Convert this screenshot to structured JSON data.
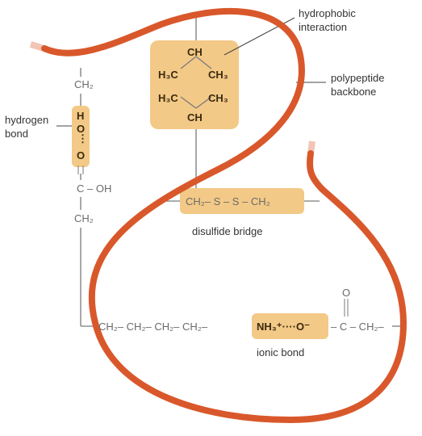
{
  "labels": {
    "hydrophobic": [
      "hydrophobic",
      "interaction"
    ],
    "backbone": [
      "polypeptide",
      "backbone"
    ],
    "hydrogen_bond": [
      "hydrogen",
      "bond"
    ],
    "disulfide": "disulfide bridge",
    "ionic": "ionic bond"
  },
  "chem": {
    "hydrophobic_box": {
      "ch_top": "CH",
      "h3c_left_top": "H₃C",
      "ch3_right_top": "CH₃",
      "h3c_left_bottom": "H₃C",
      "ch3_right_bottom": "CH₃",
      "ch_bottom": "CH"
    },
    "hbond_column": {
      "ch2_top": "CH₂",
      "h": "H",
      "o_top": "O",
      "o_bottom": "O",
      "c_oh": "C – OH",
      "ch2_bottom": "CH₂"
    },
    "disulfide": "CH₂– S – S – CH₂",
    "ionic_chain": "CH₂– CH₂– CH₂– CH₂–",
    "ionic_pair": "NH₃⁺····O⁻",
    "carboxyl_o": "O",
    "carboxyl_c": "– C – CH₂–"
  },
  "colors": {
    "backbone": "#d9582b",
    "highlight": "#f3c987",
    "line": "#7a7a7a"
  }
}
